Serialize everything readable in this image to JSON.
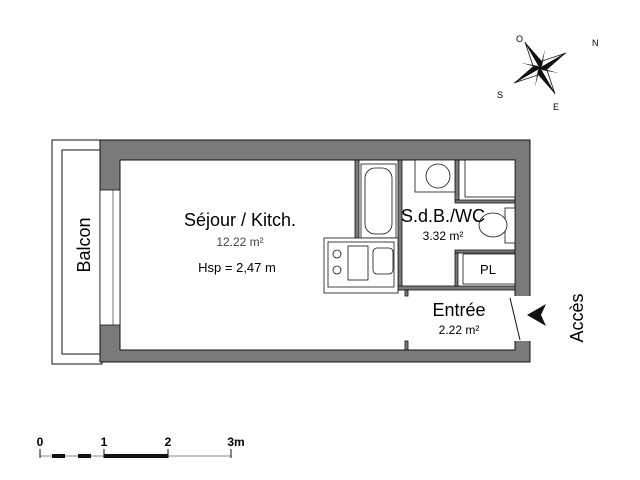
{
  "rooms": {
    "sejour": {
      "name": "Séjour / Kitch.",
      "area": "12.22 m²",
      "height": "Hsp =  2,47 m"
    },
    "sdb": {
      "name": "S.d.B./WC",
      "area": "3.32 m²"
    },
    "entree": {
      "name": "Entrée",
      "area": "2.22 m²"
    },
    "placard": {
      "name": "PL"
    },
    "balcon": {
      "name": "Balcon"
    }
  },
  "access": {
    "label": "Accès"
  },
  "compass": {
    "n": "N",
    "s": "S",
    "e": "E",
    "o": "O"
  },
  "scale": {
    "ticks": [
      "0",
      "1",
      "2",
      "3m"
    ]
  },
  "colors": {
    "wall": "#7a7a7a",
    "line": "#111111"
  }
}
